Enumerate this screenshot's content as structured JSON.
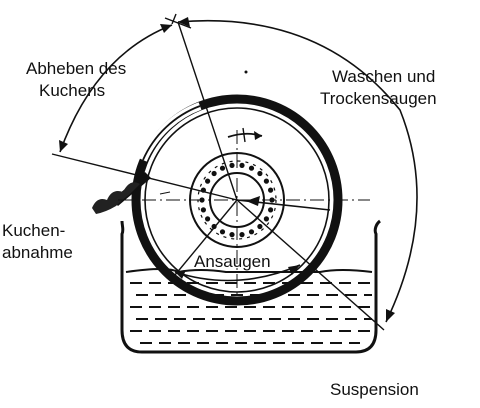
{
  "labels": {
    "abheben_line1": "Abheben des",
    "abheben_line2": "Kuchens",
    "waschen_line1": "Waschen und",
    "waschen_line2": "Trockensaugen",
    "kuchen_line1": "Kuchen-",
    "kuchen_line2": "abnahme",
    "ansaugen": "Ansaugen",
    "suspension": "Suspension"
  },
  "colors": {
    "ink": "#111111",
    "background": "#ffffff"
  }
}
